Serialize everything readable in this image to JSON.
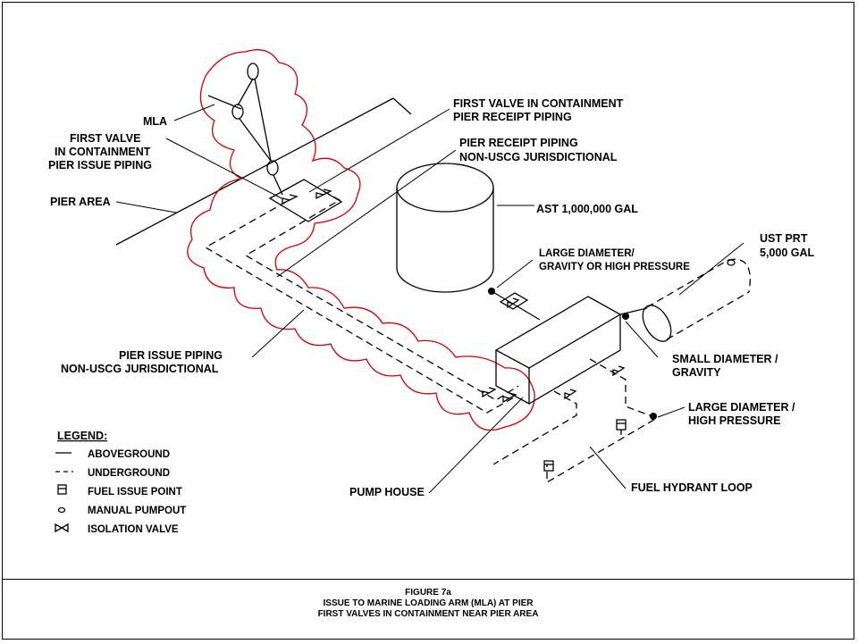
{
  "labels": {
    "mla": "MLA",
    "first_valve_issue": [
      "FIRST VALVE",
      "IN CONTAINMENT",
      "PIER ISSUE PIPING"
    ],
    "pier_area": "PIER AREA",
    "first_valve_receipt": [
      "FIRST VALVE IN CONTAINMENT",
      "PIER RECEIPT PIPING"
    ],
    "pier_receipt_piping": [
      "PIER RECEIPT PIPING",
      "NON-USCG JURISDICTIONAL"
    ],
    "ast": "AST 1,000,000 GAL",
    "large_diameter_gravity": [
      "LARGE DIAMETER/",
      "GRAVITY OR HIGH PRESSURE"
    ],
    "ust_prt": [
      "UST PRT",
      "5,000 GAL"
    ],
    "pier_issue_piping": [
      "PIER ISSUE PIPING",
      "NON-USCG JURISDICTIONAL"
    ],
    "small_diameter": [
      "SMALL DIAMETER /",
      "GRAVITY"
    ],
    "large_diameter_high": [
      "LARGE DIAMETER /",
      "HIGH PRESSURE"
    ],
    "pump_house": "PUMP HOUSE",
    "fuel_hydrant_loop": "FUEL HYDRANT LOOP"
  },
  "legend": {
    "title": "LEGEND:",
    "items": [
      {
        "symbol": "solid-line",
        "label": "ABOVEGROUND"
      },
      {
        "symbol": "dashed-line",
        "label": "UNDERGROUND"
      },
      {
        "symbol": "fuel-issue-point-icon",
        "label": "FUEL ISSUE POINT"
      },
      {
        "symbol": "manual-pumpout-icon",
        "label": "MANUAL PUMPOUT"
      },
      {
        "symbol": "isolation-valve-icon",
        "label": "ISOLATION VALVE"
      }
    ]
  },
  "caption": {
    "line1": "FIGURE 7a",
    "line2": "ISSUE TO MARINE LOADING ARM (MLA) AT PIER",
    "line3": "FIRST VALVES IN CONTAINMENT NEAR PIER AREA"
  },
  "colors": {
    "containment_cloud": "#d40000",
    "lines": "#000000"
  }
}
